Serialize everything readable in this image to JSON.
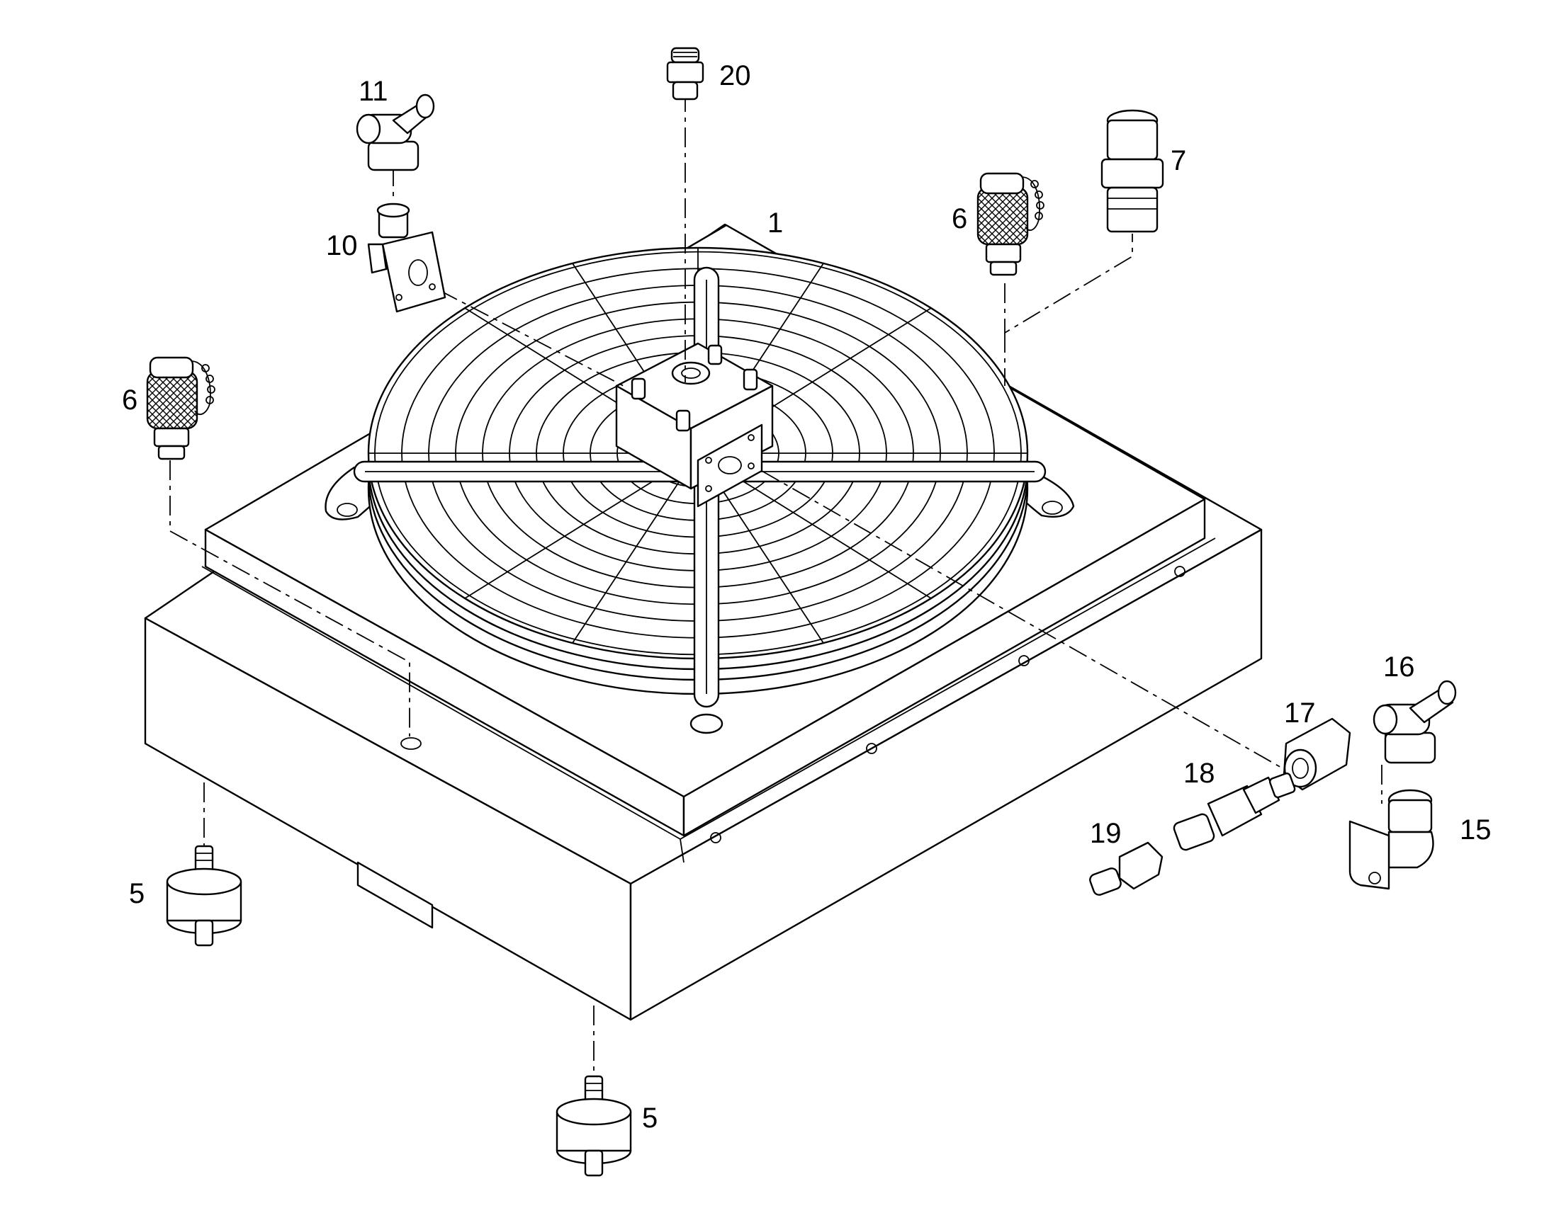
{
  "callouts": {
    "c1": "1",
    "c5a": "5",
    "c5b": "5",
    "c6a": "6",
    "c6b": "6",
    "c7": "7",
    "c10": "10",
    "c11": "11",
    "c15": "15",
    "c16": "16",
    "c17": "17",
    "c18": "18",
    "c19": "19",
    "c20": "20"
  },
  "colors": {
    "line": "#000000",
    "background": "#ffffff"
  }
}
